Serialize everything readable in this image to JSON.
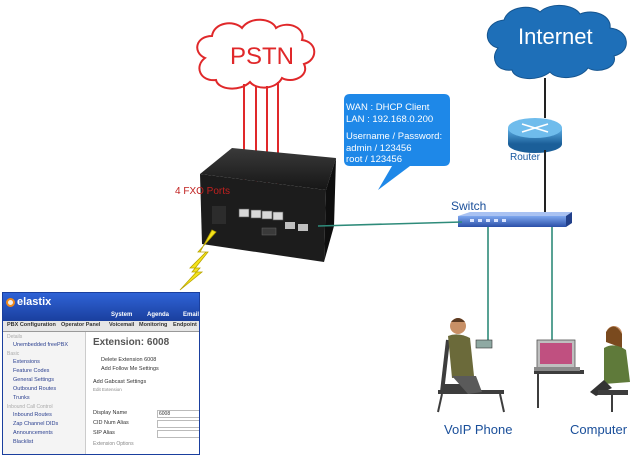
{
  "clouds": {
    "pstn_label": "PSTN",
    "internet_label": "Internet"
  },
  "callout": {
    "lines": [
      "WAN : DHCP Client",
      "LAN : 192.168.0.200",
      "",
      "Username / Password:",
      "admin   /  123456",
      "root  /  123456"
    ]
  },
  "labels": {
    "fxo_ports": "4 FXO Ports",
    "router": "Router",
    "switch": "Switch",
    "voip_phone": "VoIP Phone",
    "computer": "Computer"
  },
  "colors": {
    "cloud_stroke": "#e0282a",
    "pstn_text": "#e0282a",
    "internet_cloud": "#1e6fb8",
    "callout_bg": "#1e88e8",
    "router_body": "#2a7fb8",
    "switch_body": "#3a6fc8",
    "lightning": "#f5e31b",
    "phone_line": "#e0282a",
    "lan_cable": "#2e8b7a"
  },
  "elastix": {
    "logo": "elastix",
    "top_nav": [
      "System",
      "Agenda",
      "Email"
    ],
    "tabs": [
      "PBX Configuration",
      "Operator Panel",
      "Voicemail",
      "Monitoring",
      "Endpoint"
    ],
    "sidebar": [
      {
        "kind": "section",
        "text": "Details"
      },
      {
        "kind": "item",
        "text": "Unembedded freePBX"
      },
      {
        "kind": "section",
        "text": "Basic"
      },
      {
        "kind": "item",
        "text": "Extensions"
      },
      {
        "kind": "item",
        "text": "Feature Codes"
      },
      {
        "kind": "item",
        "text": "General Settings"
      },
      {
        "kind": "item",
        "text": "Outbound Routes"
      },
      {
        "kind": "item",
        "text": "Trunks"
      },
      {
        "kind": "section",
        "text": "Inbound Call Control"
      },
      {
        "kind": "item",
        "text": "Inbound Routes"
      },
      {
        "kind": "item",
        "text": "Zap Channel DIDs"
      },
      {
        "kind": "item",
        "text": "Announcements"
      },
      {
        "kind": "item",
        "text": "Blacklist"
      }
    ],
    "page_title": "Extension: 6008",
    "actions": [
      "Delete Extension 6008",
      "Add Follow Me Settings"
    ],
    "gabcast_link": "Add Gabcast Settings",
    "edit_label": "Edit Extension",
    "fields": [
      {
        "label": "Display Name",
        "value": "6008"
      },
      {
        "label": "CID Num Alias",
        "value": ""
      },
      {
        "label": "SIP Alias",
        "value": ""
      }
    ],
    "options_label": "Extension Options"
  }
}
